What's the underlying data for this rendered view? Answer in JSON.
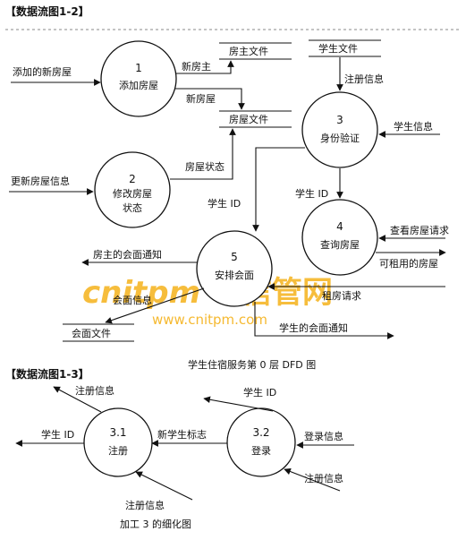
{
  "header_top": "【数据流图1-2】",
  "header_bottom": "【数据流图1-3】",
  "watermark": {
    "brand": "cnitpm",
    "brand_cn": "信管网",
    "url": "www.cnitpm.com",
    "color": "#f5b21b"
  },
  "dfd0": {
    "caption": "学生住宿服务第 0 层 DFD 图",
    "processes": [
      {
        "id": "p1",
        "num": "1",
        "name": "添加房屋"
      },
      {
        "id": "p2",
        "num": "2",
        "name": "修改房屋",
        "name2": "状态"
      },
      {
        "id": "p3",
        "num": "3",
        "name": "身份验证"
      },
      {
        "id": "p4",
        "num": "4",
        "name": "查询房屋"
      },
      {
        "id": "p5",
        "num": "5",
        "name": "安排会面"
      }
    ],
    "stores": {
      "owner_file": "房主文件",
      "house_file": "房屋文件",
      "student_file": "学生文件",
      "meeting_file": "会面文件"
    },
    "flows": {
      "new_house_in": "添加的新房屋",
      "new_owner": "新房主",
      "new_house": "新房屋",
      "house_state": "房屋状态",
      "update_house_info": "更新房屋信息",
      "register_info": "注册信息",
      "student_info": "学生信息",
      "student_id_a": "学生 ID",
      "student_id_b": "学生 ID",
      "view_request": "查看房屋请求",
      "rentable": "可租用的房屋",
      "rent_request": "租房请求",
      "owner_notice": "房主的会面通知",
      "meeting_info": "会面信息",
      "student_notice": "学生的会面通知"
    }
  },
  "dfd1": {
    "caption": "加工 3 的细化图",
    "processes": [
      {
        "id": "p31",
        "num": "3.1",
        "name": "注册"
      },
      {
        "id": "p32",
        "num": "3.2",
        "name": "登录"
      }
    ],
    "flows": {
      "register_info_out": "注册信息",
      "student_id_out": "学生 ID",
      "new_student_flag": "新学生标志",
      "student_id_in": "学生 ID",
      "login_info": "登录信息",
      "register_info_in": "注册信息",
      "register_info_bottom": "注册信息"
    }
  }
}
